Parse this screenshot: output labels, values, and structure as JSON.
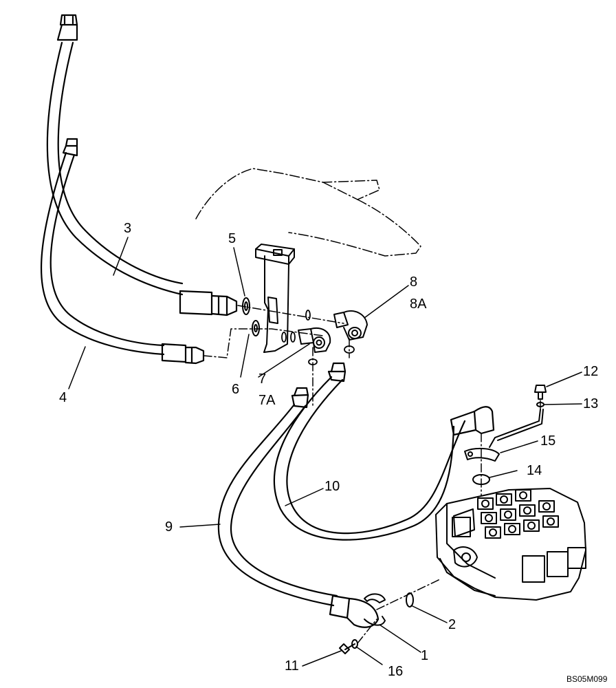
{
  "diagram": {
    "callouts": [
      {
        "id": "1",
        "text": "1"
      },
      {
        "id": "2",
        "text": "2"
      },
      {
        "id": "3",
        "text": "3"
      },
      {
        "id": "4",
        "text": "4"
      },
      {
        "id": "5",
        "text": "5"
      },
      {
        "id": "6",
        "text": "6"
      },
      {
        "id": "7",
        "text": "7"
      },
      {
        "id": "7A",
        "text": "7A"
      },
      {
        "id": "8",
        "text": "8"
      },
      {
        "id": "8A",
        "text": "8A"
      },
      {
        "id": "9",
        "text": "9"
      },
      {
        "id": "10",
        "text": "10"
      },
      {
        "id": "11",
        "text": "11"
      },
      {
        "id": "12",
        "text": "12"
      },
      {
        "id": "13",
        "text": "13"
      },
      {
        "id": "14",
        "text": "14"
      },
      {
        "id": "15",
        "text": "15"
      },
      {
        "id": "16",
        "text": "16"
      }
    ],
    "drawing_code": "BS05M099"
  }
}
